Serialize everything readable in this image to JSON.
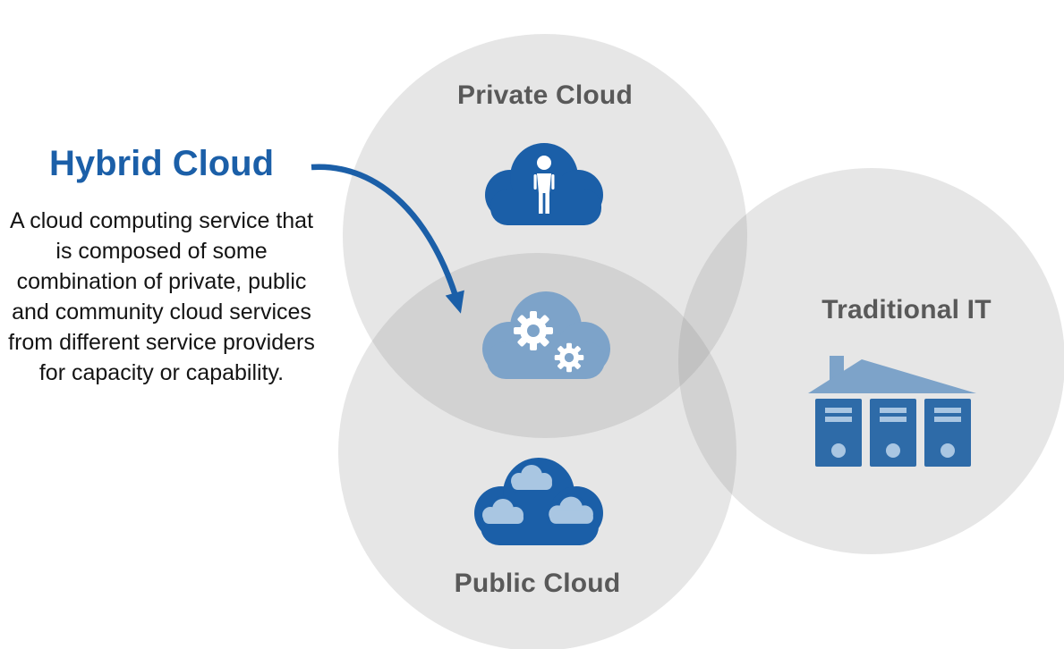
{
  "hybrid": {
    "title": "Hybrid Cloud",
    "description": "A cloud computing service that is composed of some combination of private, public and community cloud services from different service providers for capacity or capability."
  },
  "circles": {
    "private": {
      "label": "Private Cloud"
    },
    "public": {
      "label": "Public Cloud"
    },
    "traditional": {
      "label": "Traditional IT"
    }
  },
  "icons": {
    "private": "cloud-with-person-icon",
    "hybrid": "cloud-with-gears-icon",
    "public": "cloud-of-clouds-icon",
    "traditional": "servers-with-roof-icon",
    "arrow": "curved-pointer-arrow"
  },
  "colors": {
    "blue_dark": "#1b5fa8",
    "blue_medium": "#7da3c9",
    "blue_light": "#a9c6e2",
    "label_gray": "#595959",
    "circle_gray": "rgba(128,128,128,0.20)"
  }
}
